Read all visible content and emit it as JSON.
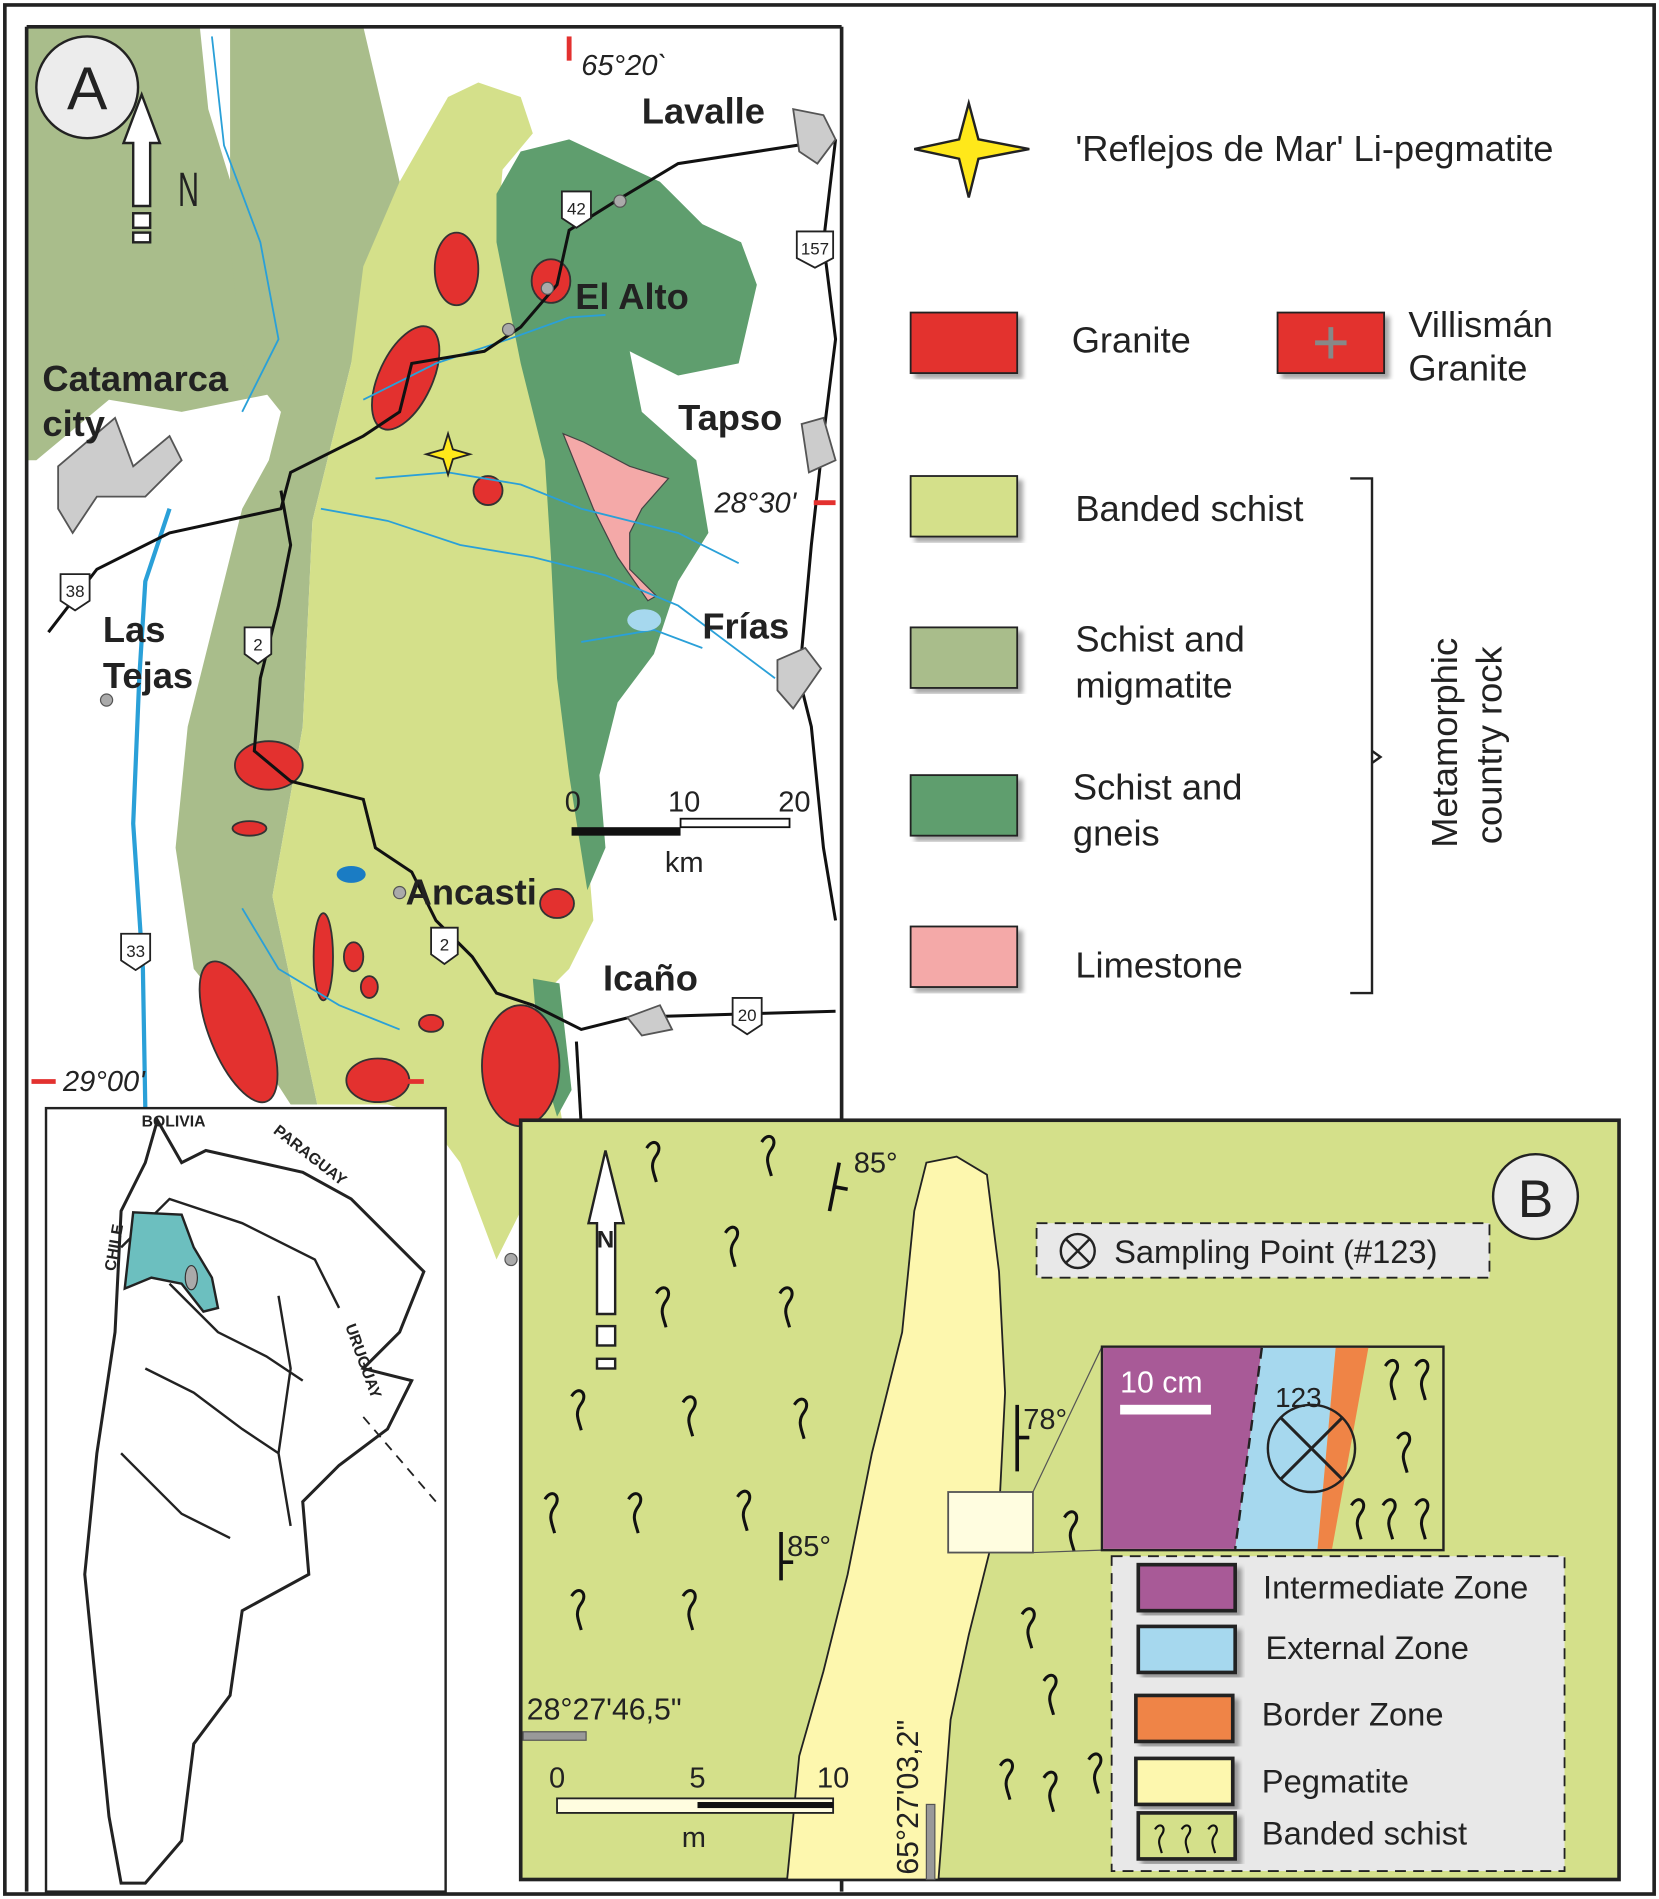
{
  "panels": {
    "a_label": "A",
    "b_label": "B",
    "north": "N"
  },
  "towns": {
    "lavalle": "Lavalle",
    "el_alto": "El Alto",
    "catamarca_1": "Catamarca",
    "catamarca_2": "city",
    "tapso": "Tapso",
    "frias": "Frías",
    "las_tejas_1": "Las",
    "las_tejas_2": "Tejas",
    "ancasti": "Ancasti",
    "icano": "Icaño"
  },
  "routes": [
    "42",
    "157",
    "38",
    "2",
    "2",
    "33",
    "20"
  ],
  "coordinates": {
    "lon_a": "65°20`",
    "lat_a1": "28°30'",
    "lat_a2": "29°00'",
    "lat_b": "28°27'46,5\"",
    "lon_b": "65°27'03,2\""
  },
  "scale_a": {
    "ticks": [
      "0",
      "10",
      "20"
    ],
    "unit": "km"
  },
  "scale_b": {
    "ticks": [
      "0",
      "5",
      "10"
    ],
    "unit": "m"
  },
  "inset_countries": {
    "chile": "CHILE",
    "bolivia": "BOLIVIA",
    "paraguay": "PARAGUAY",
    "uruguay": "URUGUAY"
  },
  "legend_a": {
    "pegmatite": "'Reflejos de Mar' Li-pegmatite",
    "granite": "Granite",
    "villisman_1": "Villismán",
    "villisman_2": "Granite",
    "banded_schist": "Banded schist",
    "schist_migmatite_1": "Schist and",
    "schist_migmatite_2": "migmatite",
    "schist_gneis_1": "Schist and",
    "schist_gneis_2": "gneis",
    "limestone": "Limestone",
    "bracket_1": "Metamorphic",
    "bracket_2": "country rock"
  },
  "panel_b": {
    "dip_1": "85°",
    "dip_2": "78°",
    "dip_3": "85°",
    "sampling_point": "Sampling Point (#123)",
    "detail_scale": "10 cm",
    "sample_id": "123"
  },
  "legend_b": [
    "Intermediate Zone",
    "External Zone",
    "Border Zone",
    "Pegmatite",
    "Banded schist"
  ],
  "colors": {
    "granite": "#e3312f",
    "banded_schist": "#d4e08a",
    "schist_migmatite": "#a9bd8b",
    "schist_gneis": "#5f9e6e",
    "limestone": "#f4a9a8",
    "intermediate": "#a85a97",
    "external": "#a6d8ee",
    "border": "#ef8446",
    "pegmatite": "#fdf7ae",
    "river": "#2aa0d8",
    "province": "#6cbfbf"
  }
}
